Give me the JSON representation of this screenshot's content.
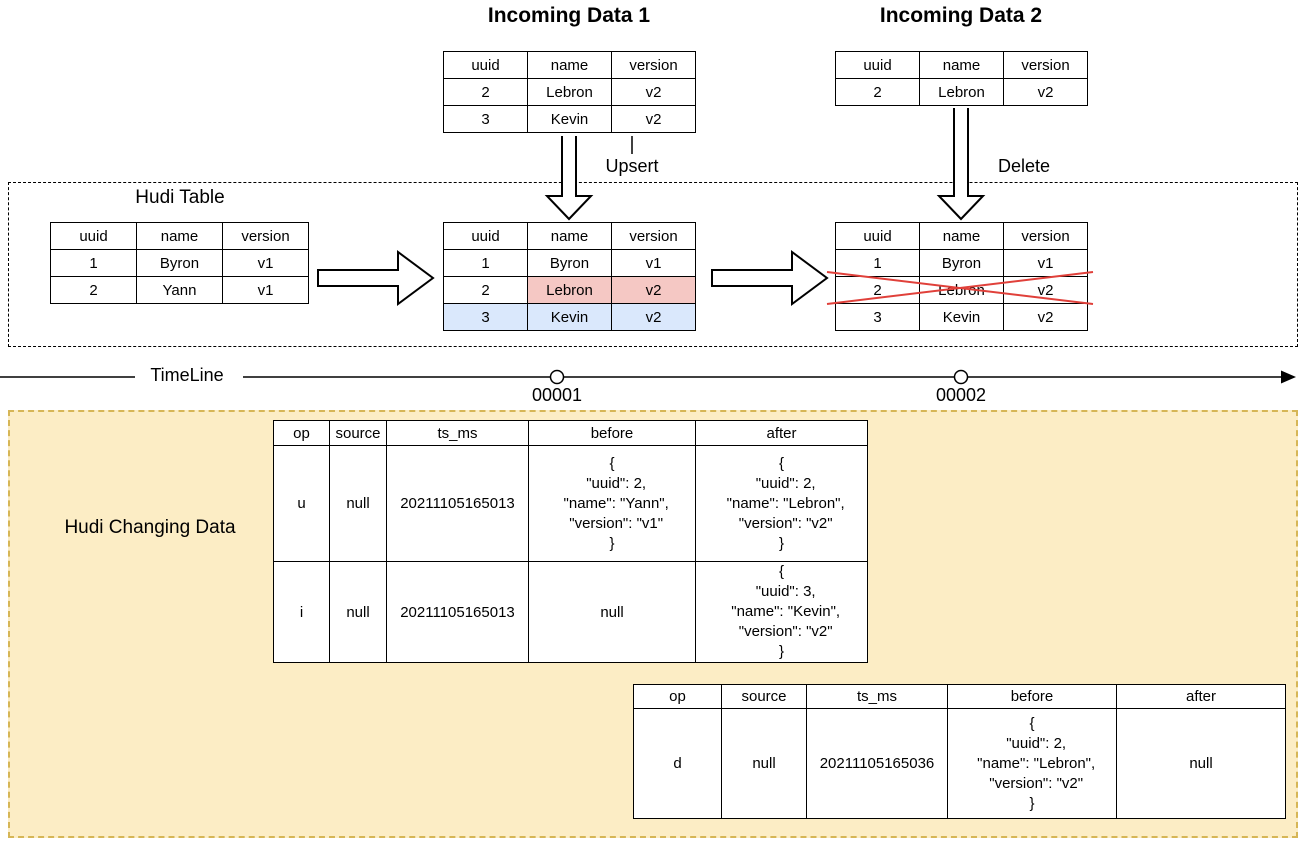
{
  "colors": {
    "table_border": "#000000",
    "update_highlight_fill": "#f5c8c4",
    "update_highlight_border": "#b85450",
    "insert_highlight_fill": "#dae8fc",
    "insert_highlight_border": "#6c8ebf",
    "delete_cross": "#e0403a",
    "changing_data_bg": "#fcedc5",
    "changing_data_border": "#d6b656"
  },
  "incoming1": {
    "title": "Incoming Data 1",
    "action_label": "Upsert",
    "columns": [
      "uuid",
      "name",
      "version"
    ],
    "rows": [
      [
        "2",
        "Lebron",
        "v2"
      ],
      [
        "3",
        "Kevin",
        "v2"
      ]
    ]
  },
  "incoming2": {
    "title": "Incoming Data 2",
    "action_label": "Delete",
    "columns": [
      "uuid",
      "name",
      "version"
    ],
    "rows": [
      [
        "2",
        "Lebron",
        "v2"
      ]
    ]
  },
  "hudi_box": {
    "title": "Hudi Table",
    "initial": {
      "columns": [
        "uuid",
        "name",
        "version"
      ],
      "rows": [
        [
          "1",
          "Byron",
          "v1"
        ],
        [
          "2",
          "Yann",
          "v1"
        ]
      ]
    },
    "after_upsert": {
      "columns": [
        "uuid",
        "name",
        "version"
      ],
      "rows": [
        [
          "1",
          "Byron",
          "v1"
        ],
        [
          "2",
          "Lebron",
          "v2"
        ],
        [
          "3",
          "Kevin",
          "v2"
        ]
      ]
    },
    "after_delete": {
      "columns": [
        "uuid",
        "name",
        "version"
      ],
      "rows": [
        [
          "1",
          "Byron",
          "v1"
        ],
        [
          "2",
          "Lebron",
          "v2"
        ],
        [
          "3",
          "Kevin",
          "v2"
        ]
      ]
    }
  },
  "timeline": {
    "label": "TimeLine",
    "commits": [
      {
        "id": "00001"
      },
      {
        "id": "00002"
      }
    ]
  },
  "changing_data": {
    "title": "Hudi Changing Data",
    "table1": {
      "columns": [
        "op",
        "source",
        "ts_ms",
        "before",
        "after"
      ],
      "rows": [
        {
          "op": "u",
          "source": "null",
          "ts_ms": "20211105165013",
          "before": "{\n  \"uuid\": 2,\n  \"name\": \"Yann\",\n  \"version\": \"v1\"\n}",
          "after": "{\n  \"uuid\": 2,\n  \"name\": \"Lebron\",\n  \"version\": \"v2\"\n}"
        },
        {
          "op": "i",
          "source": "null",
          "ts_ms": "20211105165013",
          "before": "null",
          "after": "{\n  \"uuid\": 3,\n  \"name\": \"Kevin\",\n  \"version\": \"v2\"\n}"
        }
      ]
    },
    "table2": {
      "columns": [
        "op",
        "source",
        "ts_ms",
        "before",
        "after"
      ],
      "rows": [
        {
          "op": "d",
          "source": "null",
          "ts_ms": "20211105165036",
          "before": "{\n  \"uuid\": 2,\n  \"name\": \"Lebron\",\n  \"version\": \"v2\"\n}",
          "after": "null"
        }
      ]
    }
  }
}
